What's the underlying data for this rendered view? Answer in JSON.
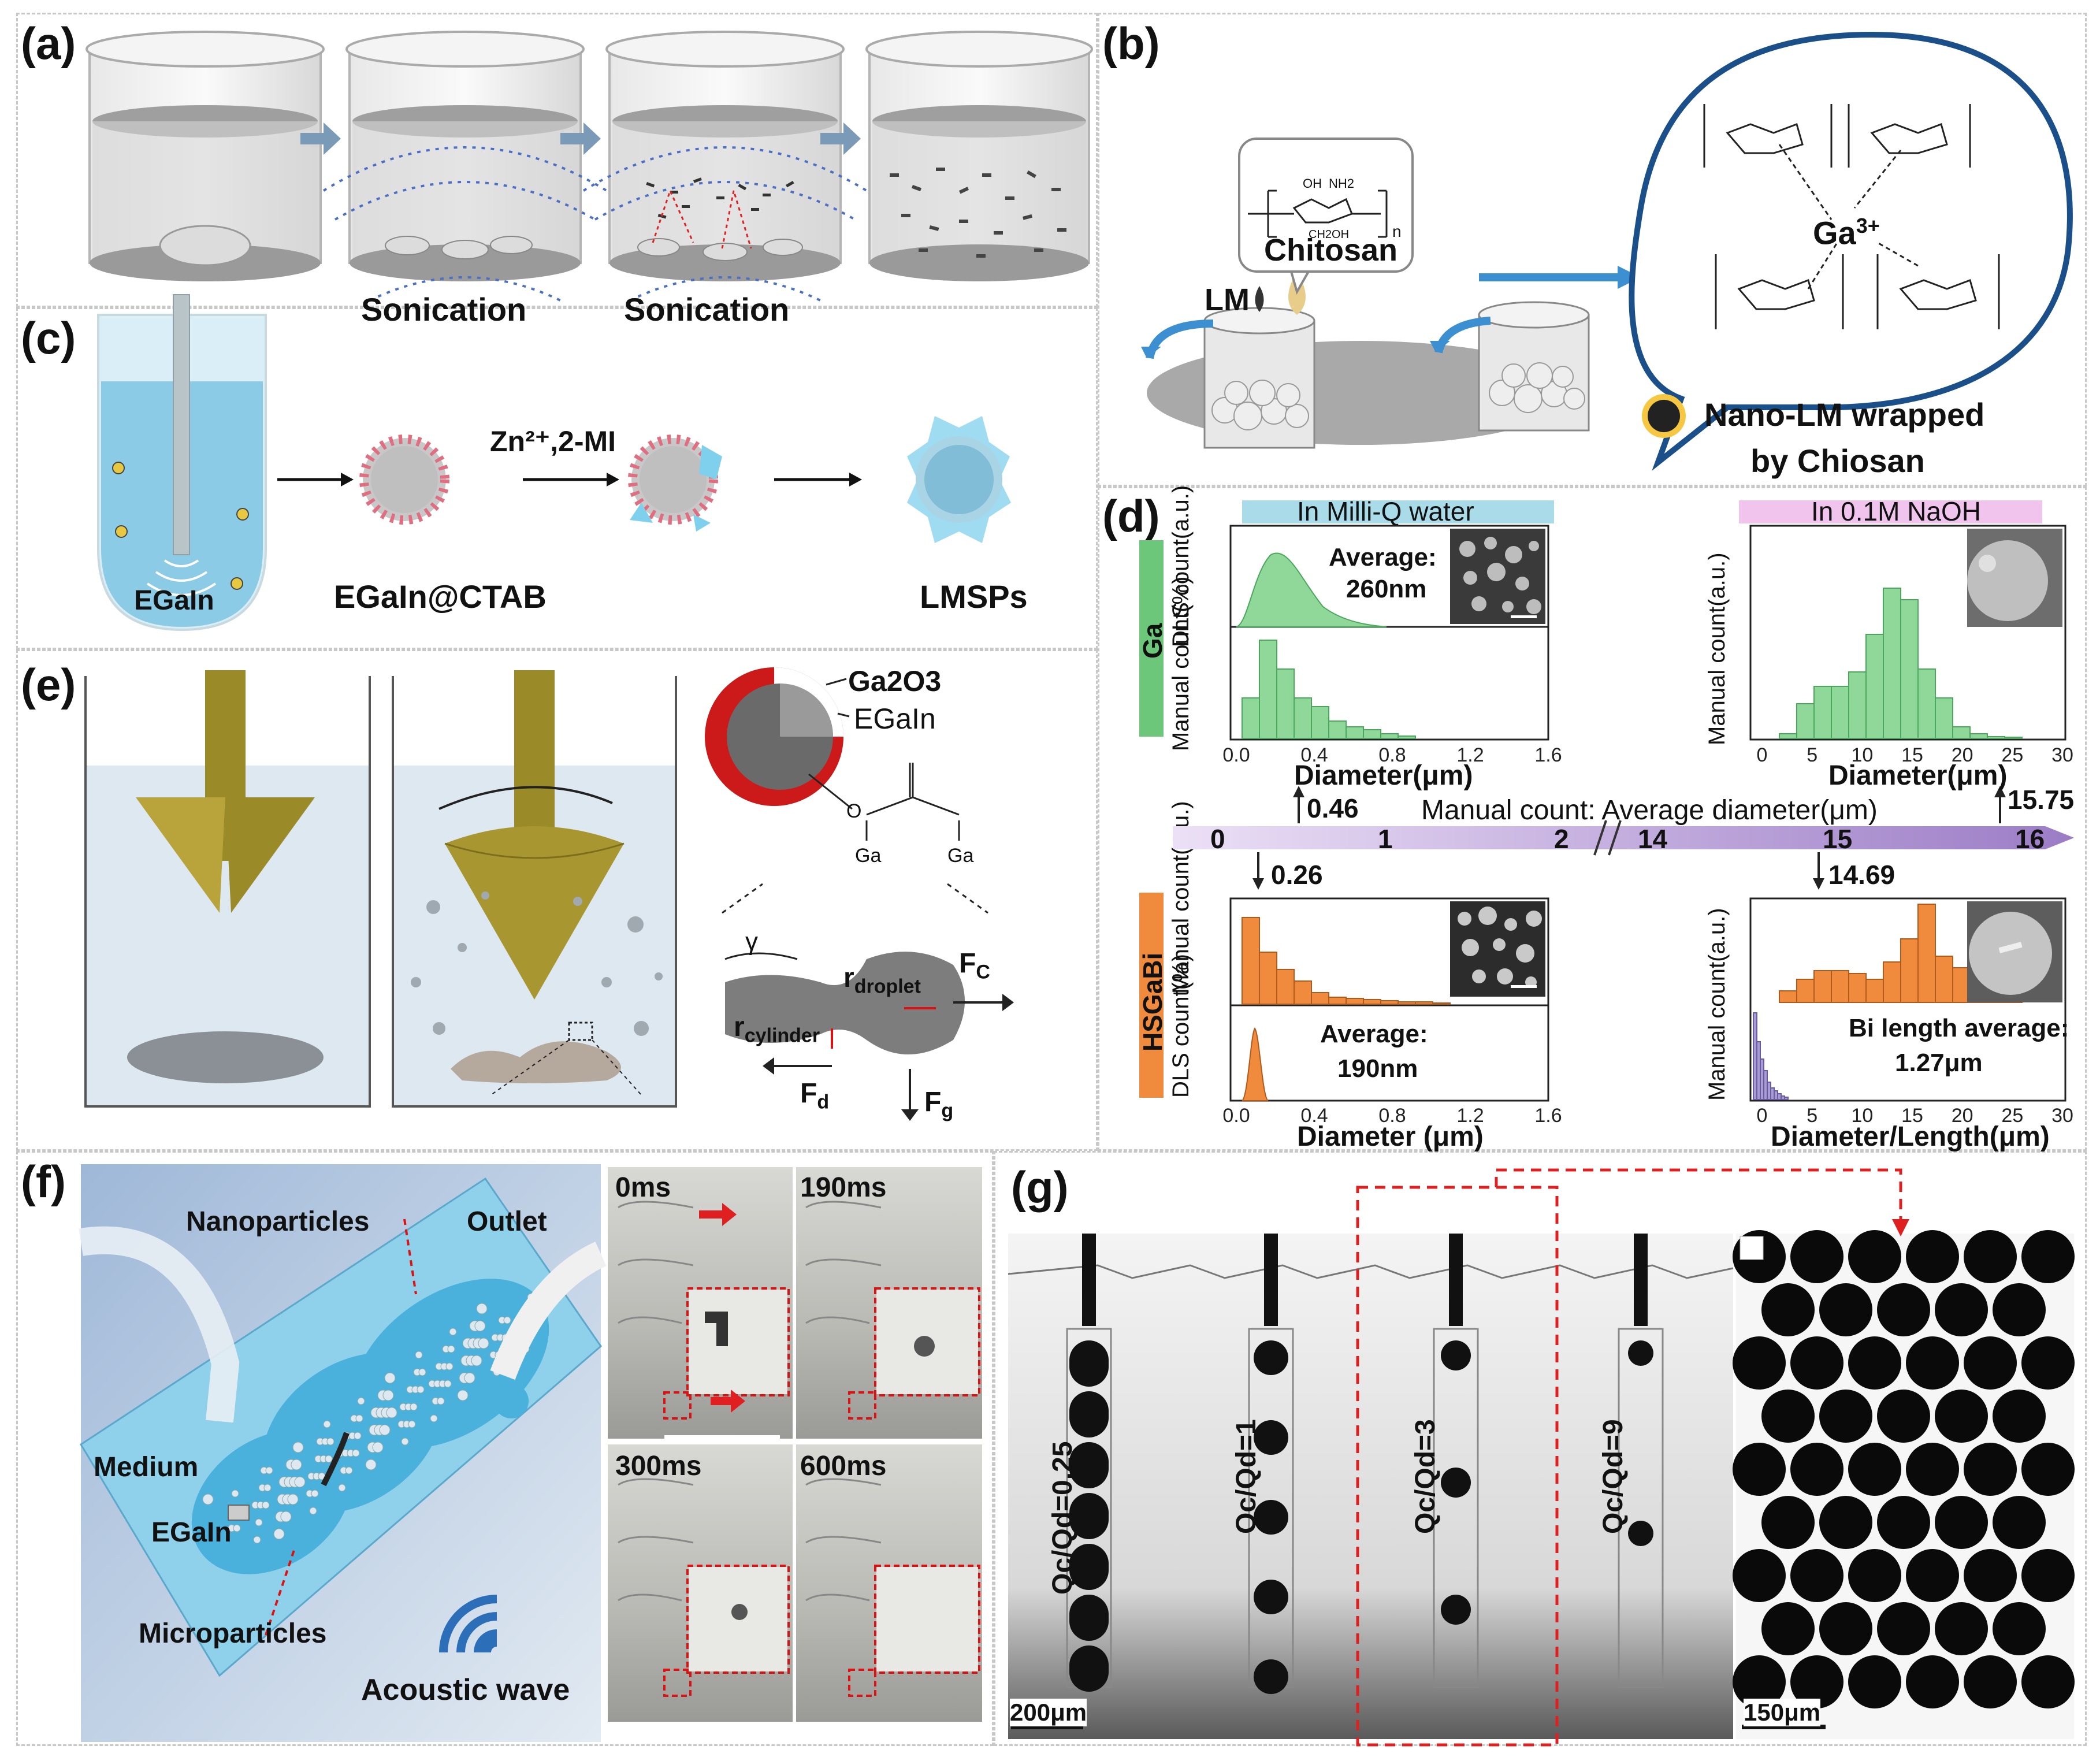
{
  "panels": {
    "a": {
      "label": "(a)",
      "step1": "Sonication",
      "step2": "Sonication"
    },
    "b": {
      "label": "(b)",
      "polymer": "Chitosan",
      "n": "n",
      "lm": "LM",
      "ion": "Ga",
      "ion_charge": "3+",
      "result_line1": "Nano-LM wrapped",
      "result_line2": "by Chiosan",
      "oh": "OH",
      "nh2": "NH2",
      "ch2oh": "CH2OH"
    },
    "c": {
      "label": "(c)",
      "start": "EGaIn",
      "middle": "EGaIn@CTAB",
      "reagent": "Zn²⁺,2-MI",
      "end": "LMSPs"
    },
    "d": {
      "label": "(d)",
      "left_header": "In Milli-Q water",
      "right_header": "In 0.1M NaOH",
      "row_ga": "Ga",
      "row_hsgabi": "HSGaBi",
      "ylabel_dls_ga": "DLS count(a.u.)",
      "ylabel_manual_ga": "Manual count(%)",
      "ylabel_manual_b": "Manual count(a.u.)",
      "ylabel_dls_b": "DLS count(%)",
      "ylabel_right": "Manual count(a.u.)",
      "avg_ga_title": "Average:",
      "avg_ga_value": "260nm",
      "avg_b_title": "Average:",
      "avg_b_value": "190nm",
      "bi_title": "Bi length average:",
      "bi_value": "1.27μm",
      "xlabel_top_left": "Diameter(μm)",
      "xlabel_top_right": "Diameter(μm)",
      "xlabel_bottom_left": "Diameter (μm)",
      "xlabel_bottom_right": "Diameter/Length(μm)",
      "axis_title": "Manual count: Average diameter(μm)",
      "axis_ticks": [
        "0",
        "1",
        "2",
        "14",
        "15",
        "16"
      ],
      "marker_046": "0.46",
      "marker_026": "0.26",
      "marker_1469": "14.69",
      "marker_1575": "15.75",
      "xticks_left": [
        "0.0",
        "0.4",
        "0.8",
        "1.2",
        "1.6"
      ],
      "xticks_right": [
        "0",
        "5",
        "10",
        "15",
        "20",
        "25",
        "30"
      ],
      "colors": {
        "ga_bar": "#8fd89a",
        "hsgabi_bar": "#f08a3c",
        "bi_bar": "#a99bd4",
        "ga_tag": "#6cc77a",
        "hsgabi_tag": "#f08a3c",
        "milliq_header": "#a9dbe8",
        "naoh_header": "#f0c4ec"
      }
    },
    "e": {
      "label": "(e)",
      "oxide": "Ga2O3",
      "core": "EGaIn",
      "ga1": "Ga",
      "ga2": "Ga",
      "o": "O",
      "gamma": "γ",
      "r_droplet": "r",
      "r_droplet_sub": "droplet",
      "r_cyl": "r",
      "r_cyl_sub": "cylinder",
      "fc": "F",
      "fc_sub": "C",
      "fd": "F",
      "fd_sub": "d",
      "fg": "F",
      "fg_sub": "g"
    },
    "f": {
      "label": "(f)",
      "nanoparticles": "Nanoparticles",
      "outlet": "Outlet",
      "medium": "Medium",
      "egain": "EGaIn",
      "microparticles": "Microparticles",
      "acoustic": "Acoustic wave",
      "times": [
        "0ms",
        "190ms",
        "300ms",
        "600ms"
      ]
    },
    "g": {
      "label": "(g)",
      "ratios": [
        "Qc/Qd=0.25",
        "Qc/Qd=1",
        "Qc/Qd=3",
        "Qc/Qd=9"
      ],
      "scale_left": "200μm",
      "scale_right": "150μm"
    }
  }
}
